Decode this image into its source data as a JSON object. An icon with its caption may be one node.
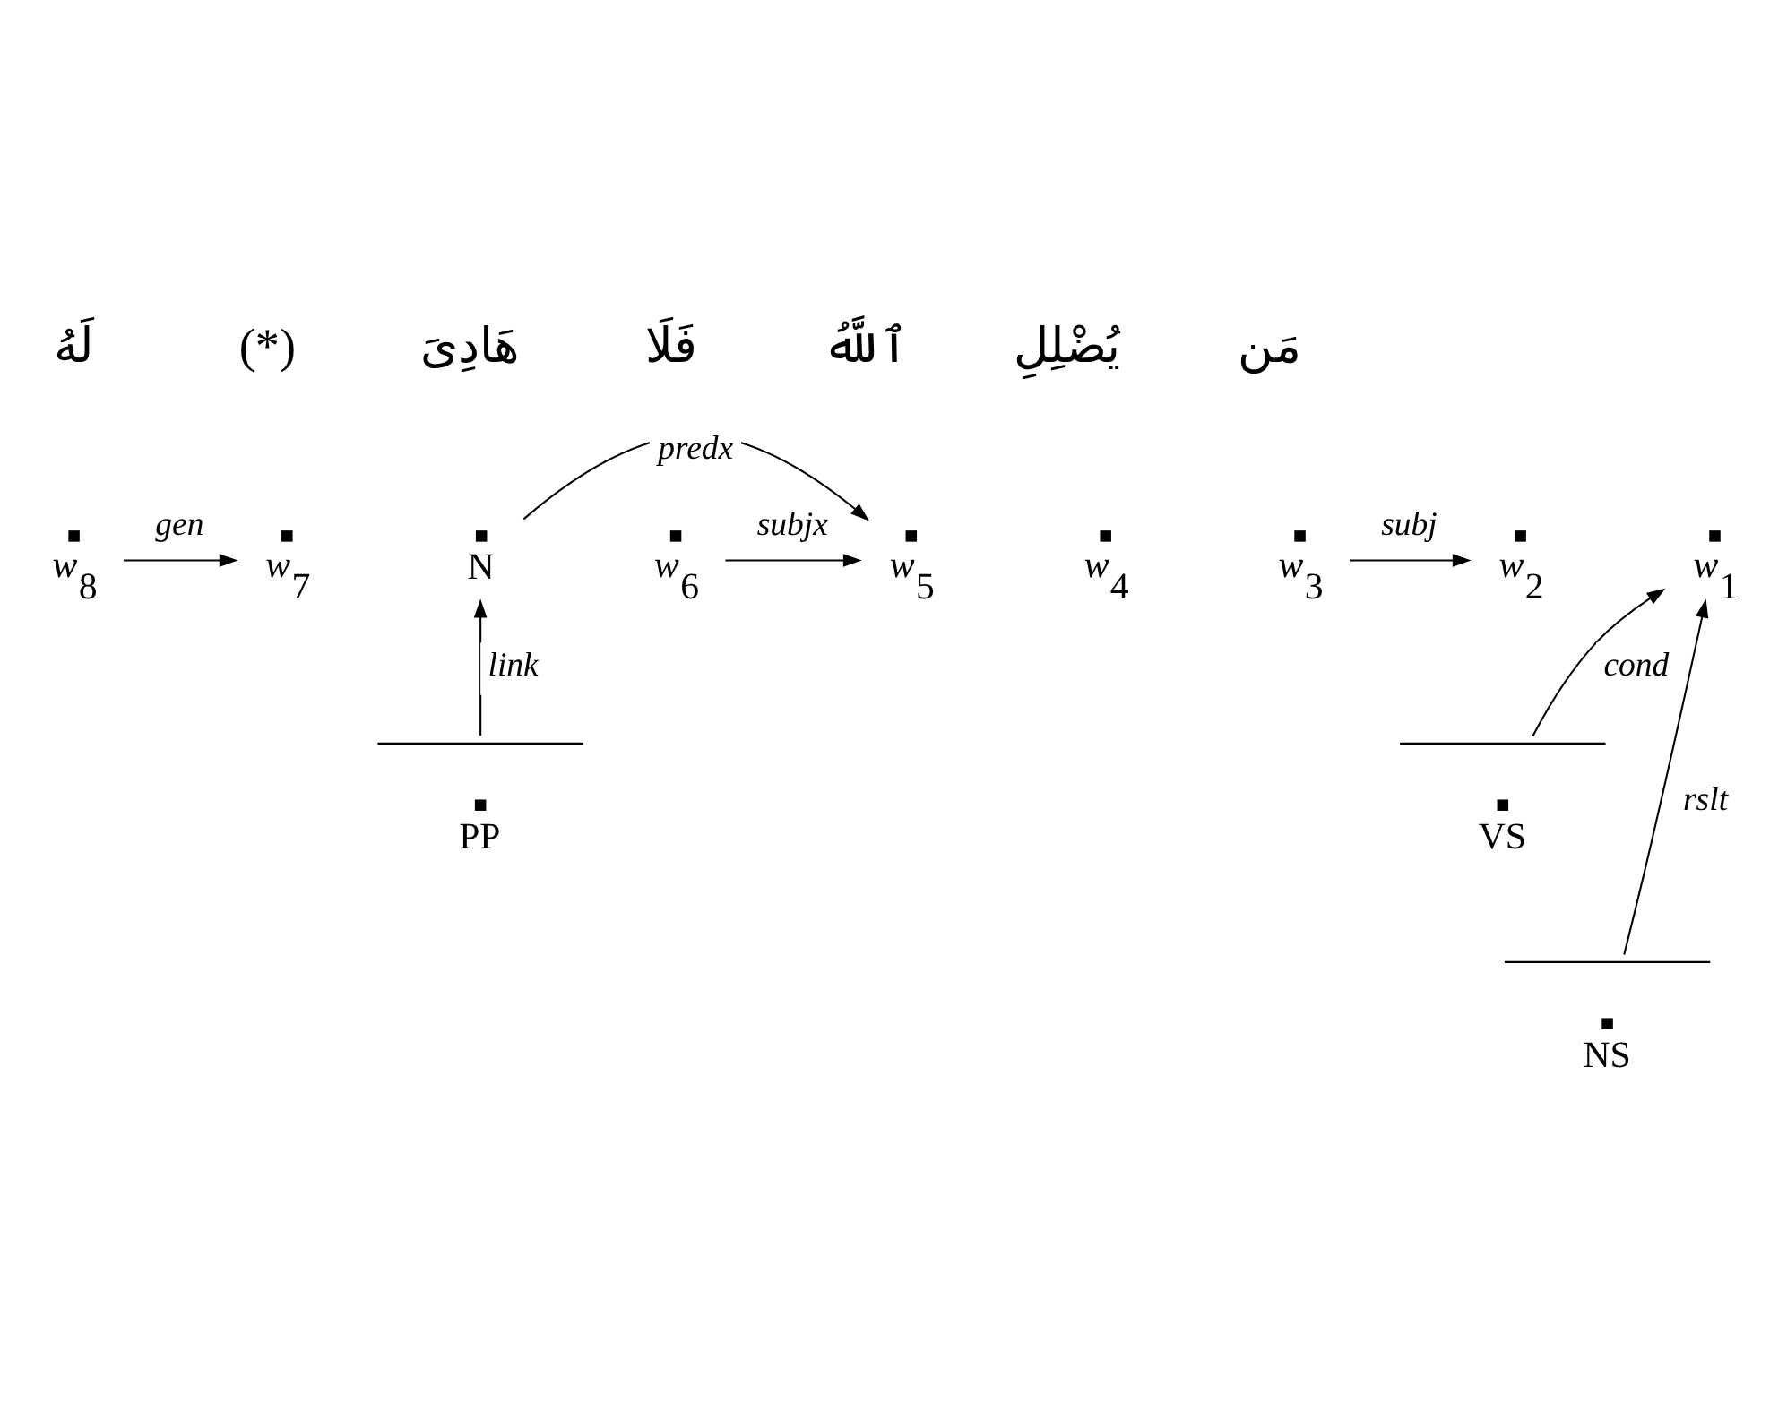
{
  "diagram": {
    "nodes": [
      {
        "text": [
          "*w*$_{1}$"
        ]
      },
      {
        "text": [
          "*w*$_{2}$"
        ]
      },
      {
        "text": [
          "*w*$_{3}$"
        ]
      },
      {
        "text": [
          "*w*$_{4}$"
        ]
      },
      {
        "text": [
          "*w*$_{5}$"
        ]
      },
      {
        "text": [
          "*w*$_{6}$"
        ]
      },
      {
        "text": [
          "N"
        ]
      },
      {
        "text": [
          "*w*$_{7}$"
        ]
      },
      {
        "text": [
          "*w*$_{8}$"
        ]
      },
      {
        "text": [
          "VS"
        ]
      },
      {
        "text": [
          "PP"
        ]
      },
      {
        "text": [
          "NS"
        ]
      }
    ],
    "edges": [
      {
        "from": 2,
        "to": 1,
        "arrow": "to",
        "label": "subj"
      },
      {
        "from": 5,
        "to": 4,
        "arrow": "to",
        "label": "subjx"
      },
      {
        "from": 6,
        "to": 4,
        "arrow": "to",
        "label": "predx"
      },
      {
        "from": 8,
        "to": 7,
        "arrow": "to",
        "label": "gen"
      },
      {
        "from": 10,
        "to": 6,
        "arrow": "to",
        "label": "link"
      },
      {
        "from": 9,
        "to": 0,
        "arrow": "to",
        "label": "cond"
      },
      {
        "from": 11,
        "to": 0,
        "arrow": "to",
        "label": "rslt"
      }
    ],
    "labels": [
      "مَن",
      "يُضْلِلِ",
      "ٱللَّهُ",
      "فَلَا",
      "هَادِىَ",
      "(*)",
      "لَهُ"
    ]
  }
}
